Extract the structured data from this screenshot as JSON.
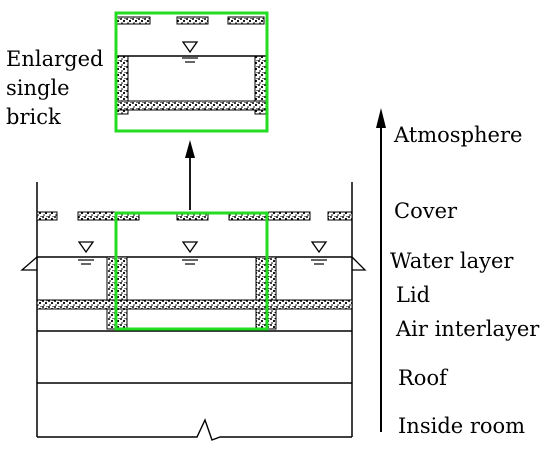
{
  "labels": {
    "enlarged_line1": "Enlarged",
    "enlarged_line2": "single",
    "enlarged_line3": "brick",
    "atmosphere": "Atmosphere",
    "cover": "Cover",
    "water_layer": "Water layer",
    "lid": "Lid",
    "air_interlayer": "Air interlayer",
    "roof": "Roof",
    "inside_room": "Inside room"
  },
  "colors": {
    "line": "#000000",
    "highlight": "#22dd22",
    "fill": "#ffffff"
  },
  "icons": {
    "water_level": "water-level-symbol",
    "arrow": "arrow-up-icon",
    "break": "break-line-symbol"
  }
}
